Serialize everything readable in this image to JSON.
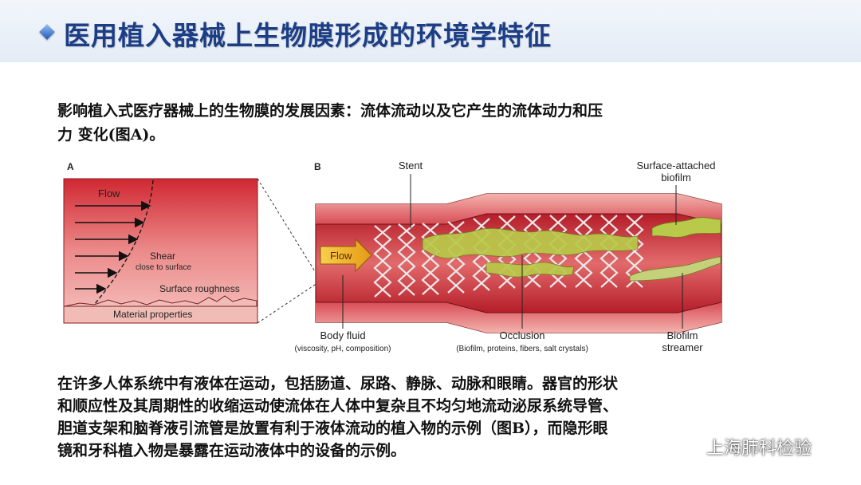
{
  "title": "医用植入器械上生物膜形成的环境学特征",
  "paragraph1": {
    "lines": [
      "影响植入式医疗器械上的生物膜的发展因素：流体流动以及它产生的流体动力和压",
      "力 变化(图A)。"
    ]
  },
  "figure": {
    "panel_a": {
      "letter": "A",
      "flow": "Flow",
      "shear": "Shear",
      "shear_sub": "close to surface",
      "surface_roughness": "Surface roughness",
      "material_properties": "Material properties"
    },
    "panel_b": {
      "letter": "B",
      "stent": "Stent",
      "surface_biofilm_1": "Surface-attached",
      "surface_biofilm_2": "biofilm",
      "flow": "Flow",
      "body_fluid": "Body fluid",
      "body_fluid_sub": "(viscosity, pH, composition)",
      "occlusion": "Occlusion",
      "occlusion_sub": "(Biofilm, proteins, fibers, salt crystals)",
      "streamer_1": "Biofilm",
      "streamer_2": "streamer"
    }
  },
  "paragraph2": {
    "lines": [
      "在许多人体系统中有液体在运动，包括肠道、尿路、静脉、动脉和眼睛。器官的形状",
      "和顺应性及其周期性的收缩运动使流体在人体中复杂且不均匀地流动泌尿系统导管、",
      "胆道支架和脑脊液引流管是放置有利于液体流动的植入物的示例（图B），而隐形眼",
      "镜和牙科植入物是暴露在运动液体中的设备的示例。"
    ]
  },
  "watermark": {
    "text": "上海肺科检验",
    "icon": "wechat-icon"
  },
  "colors": {
    "title": "#1c3e86",
    "vessel_wall": "#d9575f",
    "lumen": "#c62630",
    "flow_arrow": "#f2b324",
    "biofilm": "#b9c94a"
  }
}
